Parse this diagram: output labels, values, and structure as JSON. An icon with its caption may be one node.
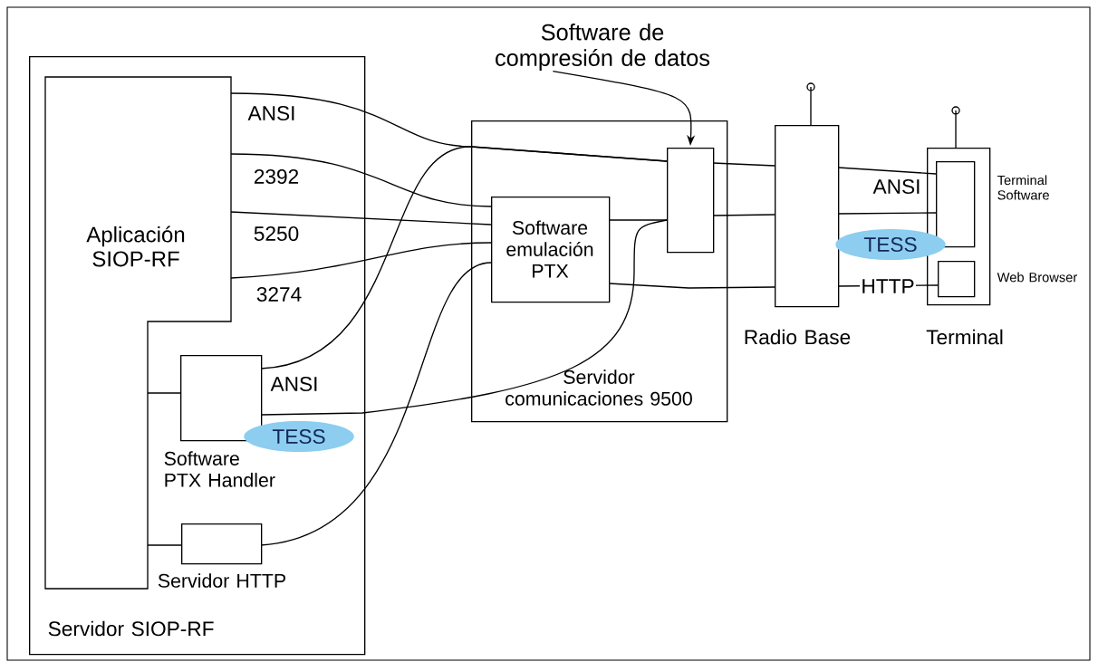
{
  "diagram": {
    "nodes": [
      {
        "text": [
          "Servidor SIOP-RF"
        ]
      },
      {
        "text": [
          "Aplicación SIOP-RF"
        ],
        "in": 0
      },
      {
        "text": [
          "Software PTX Handler"
        ],
        "in": 0
      },
      {
        "text": [
          "Servidor HTTP"
        ],
        "in": 0
      },
      {
        "text": [
          "Servidor comunicaciones 9500"
        ]
      },
      {
        "text": [
          "Software emulación PTX"
        ],
        "in": 4
      },
      {
        "text": [
          "Software de compresión de datos"
        ]
      },
      {
        "text": [],
        "shape": "box",
        "in": 4
      },
      {
        "text": [
          "Radio Base"
        ]
      },
      {
        "text": [
          "Terminal"
        ]
      },
      {
        "text": [
          "Terminal Software"
        ],
        "in": 9
      },
      {
        "text": [
          "Web Browser"
        ],
        "in": 9
      }
    ],
    "edges": [
      {
        "from": 1,
        "to": 7,
        "arrow": "none",
        "label": "ANSI"
      },
      {
        "from": 1,
        "to": 5,
        "arrow": "none",
        "label": "2392"
      },
      {
        "from": 1,
        "to": 5,
        "arrow": "none",
        "label": "5250"
      },
      {
        "from": 1,
        "to": 5,
        "arrow": "none",
        "label": "3274"
      },
      {
        "from": 1,
        "to": 2,
        "arrow": "none"
      },
      {
        "from": 1,
        "to": 3,
        "arrow": "none"
      },
      {
        "from": 2,
        "to": 7,
        "arrow": "none",
        "label": "ANSI"
      },
      {
        "from": 2,
        "to": 7,
        "arrow": "none",
        "label": "TESS"
      },
      {
        "from": 3,
        "to": 5,
        "arrow": "none"
      },
      {
        "from": 5,
        "to": 7,
        "arrow": "none"
      },
      {
        "from": 7,
        "to": 8,
        "arrow": "none"
      },
      {
        "from": 8,
        "to": 10,
        "arrow": "none",
        "label": "ANSI"
      },
      {
        "from": 7,
        "to": 8,
        "arrow": "none"
      },
      {
        "from": 8,
        "to": 10,
        "arrow": "none",
        "label": "TESS"
      },
      {
        "from": 5,
        "to": 8,
        "arrow": "none"
      },
      {
        "from": 8,
        "to": 11,
        "arrow": "none",
        "label": "HTTP"
      },
      {
        "from": 6,
        "to": 7,
        "arrow": "to"
      }
    ]
  }
}
